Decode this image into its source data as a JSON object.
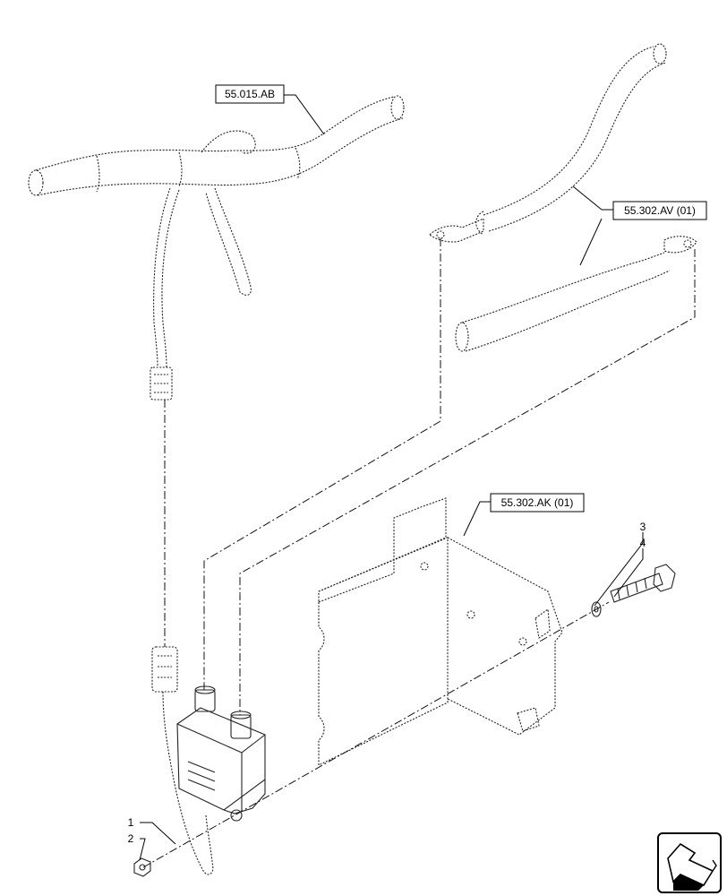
{
  "references": {
    "harness": "55.015.AB",
    "battery_cable": "55.302.AV (01)",
    "bracket": "55.302.AK (01)"
  },
  "callouts": {
    "item1": "1",
    "item2": "2",
    "item3": "3",
    "item4": "4"
  },
  "nav_icon": "arrow-icon"
}
